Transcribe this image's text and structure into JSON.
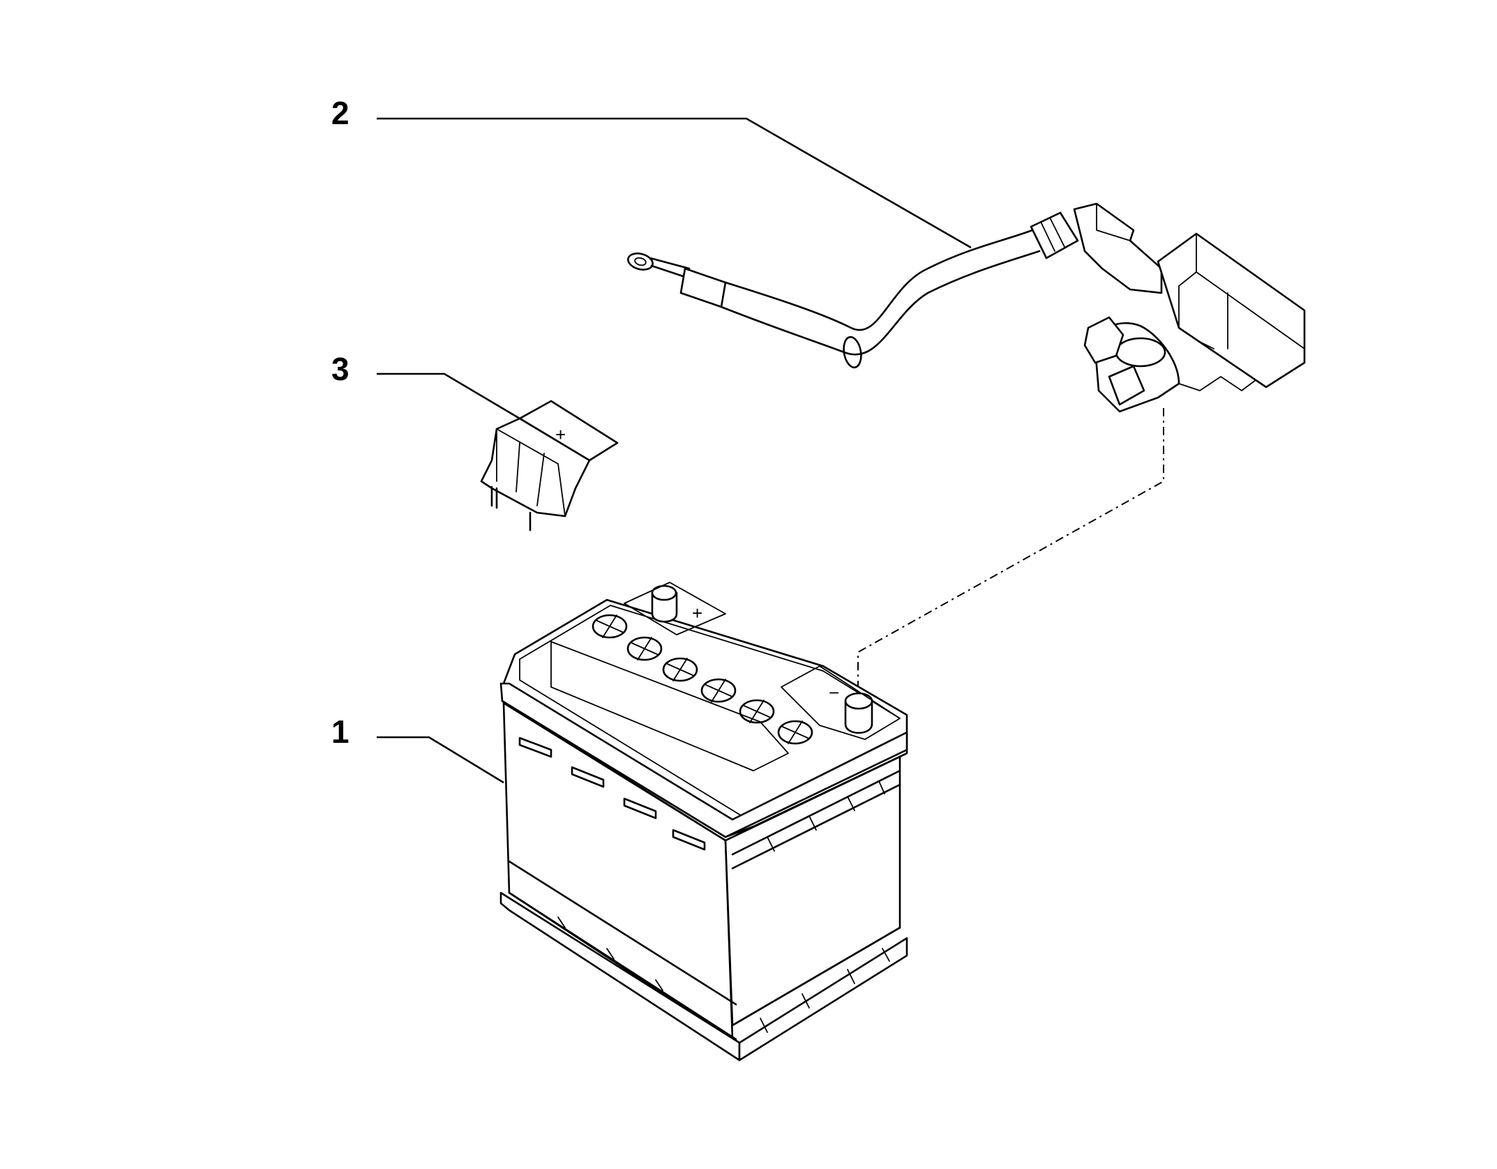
{
  "callouts": [
    {
      "id": "1",
      "label": "1",
      "part": "battery"
    },
    {
      "id": "2",
      "label": "2",
      "part": "negative-cable-with-sensor"
    },
    {
      "id": "3",
      "label": "3",
      "part": "terminal-cover"
    }
  ],
  "battery": {
    "positive_mark": "+",
    "negative_mark": "−"
  },
  "terminal_cover": {
    "mark": "+"
  },
  "colors": {
    "line": "#000000",
    "background": "#ffffff"
  }
}
